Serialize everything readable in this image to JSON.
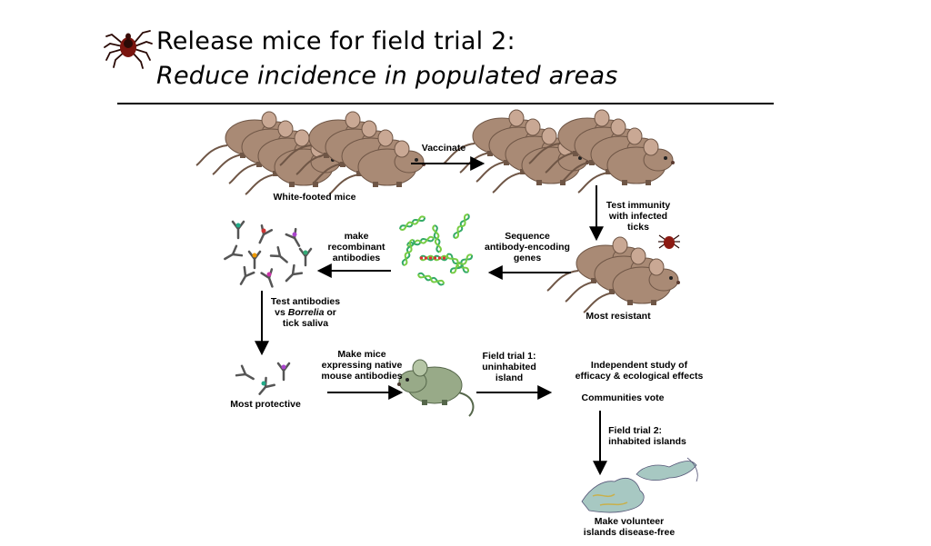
{
  "header": {
    "title": "Release mice for field trial 2:",
    "subtitle": "Reduce incidence in populated areas",
    "logo_icon": "tick-icon"
  },
  "diagram": {
    "labels": {
      "white_footed_mice": "White-footed mice",
      "vaccinate": "Vaccinate",
      "test_immunity": [
        "Test immunity",
        "with infected",
        "ticks"
      ],
      "sequence": [
        "Sequence",
        "antibody-encoding",
        "genes"
      ],
      "most_resistant": "Most resistant",
      "make_recombinant": [
        "make",
        "recombinant",
        "antibodies"
      ],
      "test_antibodies": [
        "Test antibodies",
        "vs Borrelia or",
        "tick saliva"
      ],
      "most_protective": "Most protective",
      "make_mice": [
        "Make mice",
        "expressing native",
        "mouse antibodies"
      ],
      "field_trial_1": [
        "Field trial 1:",
        "uninhabited",
        "island"
      ],
      "independent_study": [
        "Independent study of",
        "efficacy & ecological effects"
      ],
      "communities_vote": "Communities vote",
      "field_trial_2": [
        "Field trial 2:",
        "inhabited islands"
      ],
      "make_volunteer": [
        "Make volunteer",
        "islands disease-free"
      ]
    },
    "colors": {
      "brown_mouse": "#a98a75",
      "brown_mouse_dark": "#6f5646",
      "green_mouse": "#98aa88",
      "island": "#a7c8c2",
      "tick": "#8c1a12"
    }
  }
}
